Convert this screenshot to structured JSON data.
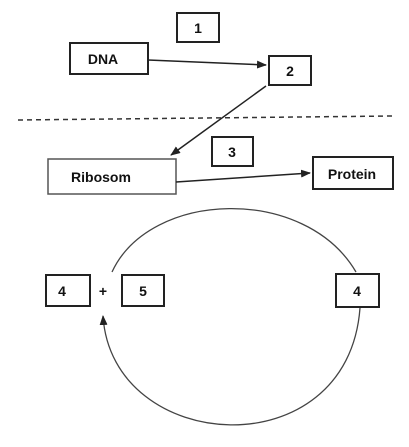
{
  "diagram": {
    "boxes": {
      "num1": "1",
      "dna": "DNA",
      "num2": "2",
      "num3": "3",
      "ribosom": "Ribosom",
      "protein": "Protein",
      "left4": "4",
      "plus": "+",
      "num5": "5",
      "right4": "4"
    }
  }
}
